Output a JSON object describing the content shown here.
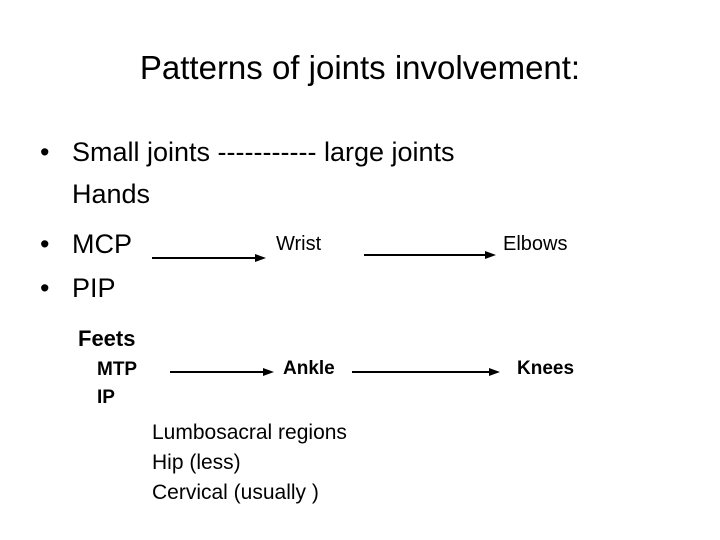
{
  "slide": {
    "background_color": "#ffffff",
    "text_color": "#000000",
    "title": "Patterns of joints involvement:"
  },
  "bullets": {
    "marker": "•",
    "line1": "Small joints ----------- large joints",
    "line1_sub": "Hands",
    "line2": "MCP",
    "line3": "PIP"
  },
  "upper_chain": {
    "start_label": "MCP",
    "middle_label": "Wrist",
    "end_label": "Elbows"
  },
  "feet_section": {
    "heading": "Feets",
    "start_label": "MTP",
    "start_label_2": "IP",
    "middle_label": "Ankle",
    "end_label": "Knees"
  },
  "notes": [
    "Lumbosacral regions",
    "Hip (less)",
    "Cervical (usually )"
  ],
  "arrows": [
    {
      "name": "mcp-to-wrist",
      "from": "MCP",
      "to": "Wrist"
    },
    {
      "name": "wrist-to-elbows",
      "from": "Wrist",
      "to": "Elbows"
    },
    {
      "name": "mtp-to-ankle",
      "from": "MTP",
      "to": "Ankle"
    },
    {
      "name": "ankle-to-knees",
      "from": "Ankle",
      "to": "Knees"
    }
  ]
}
